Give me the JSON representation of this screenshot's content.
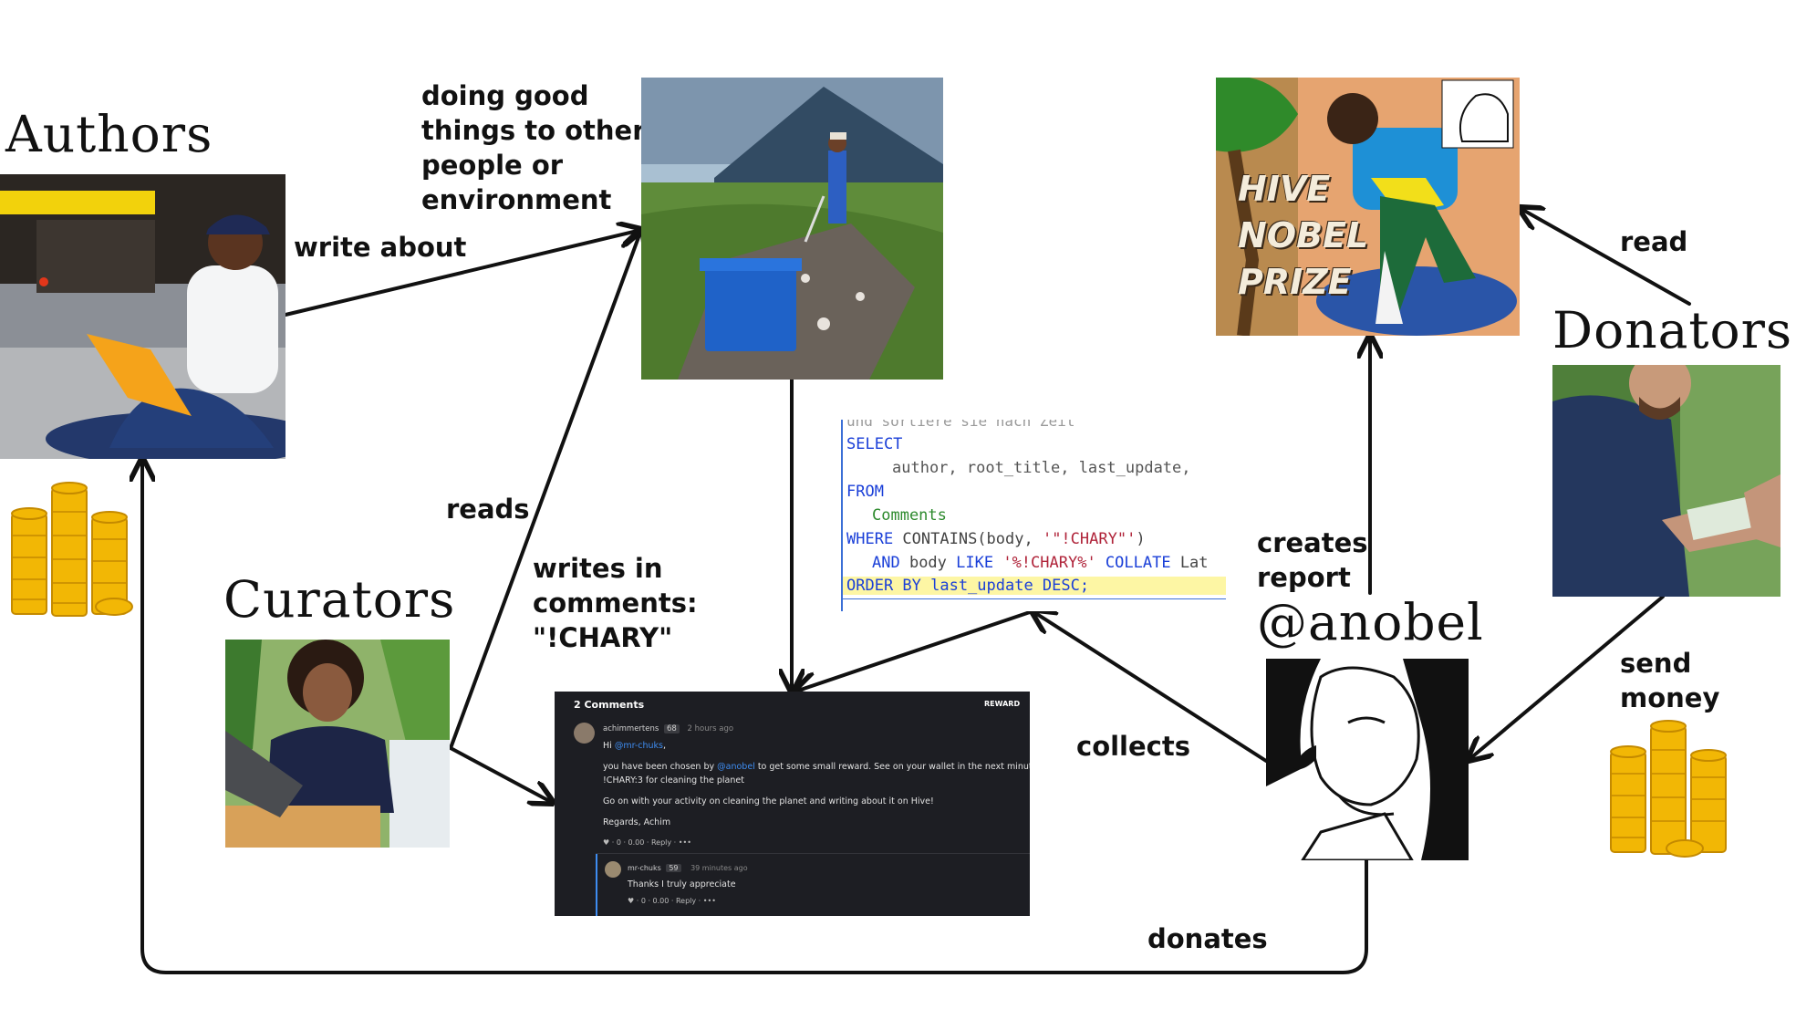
{
  "roles": {
    "authors": "Authors",
    "curators": "Curators",
    "donators": "Donators",
    "anobel": "@anobel"
  },
  "edges": {
    "write_about": "write about",
    "doing_good": [
      "doing good",
      "things to other",
      "people or",
      "environment"
    ],
    "reads": "reads",
    "writes_in_comments": [
      "writes in",
      "comments:",
      "\"!CHARY\""
    ],
    "creates_report": [
      "creates",
      "report"
    ],
    "collects": "collects",
    "read": "read",
    "send_money": [
      "send",
      "money"
    ],
    "donates": "donates"
  },
  "poster": {
    "lines": [
      "HIVE",
      "NOBEL",
      "PRIZE"
    ]
  },
  "code": {
    "line0": "und sortiere sie nach Zeit",
    "select": "SELECT",
    "fields": "author, root_title, last_update, ",
    "from": "FROM",
    "table": "Comments",
    "where_kw": "WHERE",
    "where_fn": " CONTAINS(body, ",
    "where_str": "'\"!CHARY\"'",
    "where_end": ")",
    "and_kw": "AND",
    "and_mid": " body ",
    "like_kw": "LIKE",
    "like_str": " '%!CHARY%' ",
    "collate_kw": "COLLATE",
    "collate_tail": " Lat",
    "order": "ORDER BY last_update DESC;"
  },
  "comments": {
    "header": "2 Comments",
    "reward": "REWARD",
    "c1_user": "achimmertens",
    "c1_rep": "68",
    "c1_time": "2 hours ago",
    "c1_hi": "Hi ",
    "c1_mention": "@mr-chuks",
    "c1_hi_end": ",",
    "c1_p1a": "you have been chosen by ",
    "c1_p1_mention": "@anobel",
    "c1_p1b": " to get some small reward. See on your wallet in the next minutes.",
    "c1_p2": "!CHARY:3 for cleaning the planet",
    "c1_p3": "Go on with your activity on cleaning the planet and writing about it on Hive!",
    "c1_p4": "Regards, Achim",
    "c1_actions": "0  ·  0.00  ·  Reply  ·  •••",
    "c2_user": "mr-chuks",
    "c2_rep": "59",
    "c2_time": "39 minutes ago",
    "c2_text": "Thanks I truly appreciate",
    "c2_actions": "0  ·  0.00  ·  Reply  ·  •••"
  },
  "colors": {
    "arrow": "#111111",
    "coin": "#f2b705",
    "coin_dark": "#c48a00",
    "link": "#3e8cf0"
  }
}
